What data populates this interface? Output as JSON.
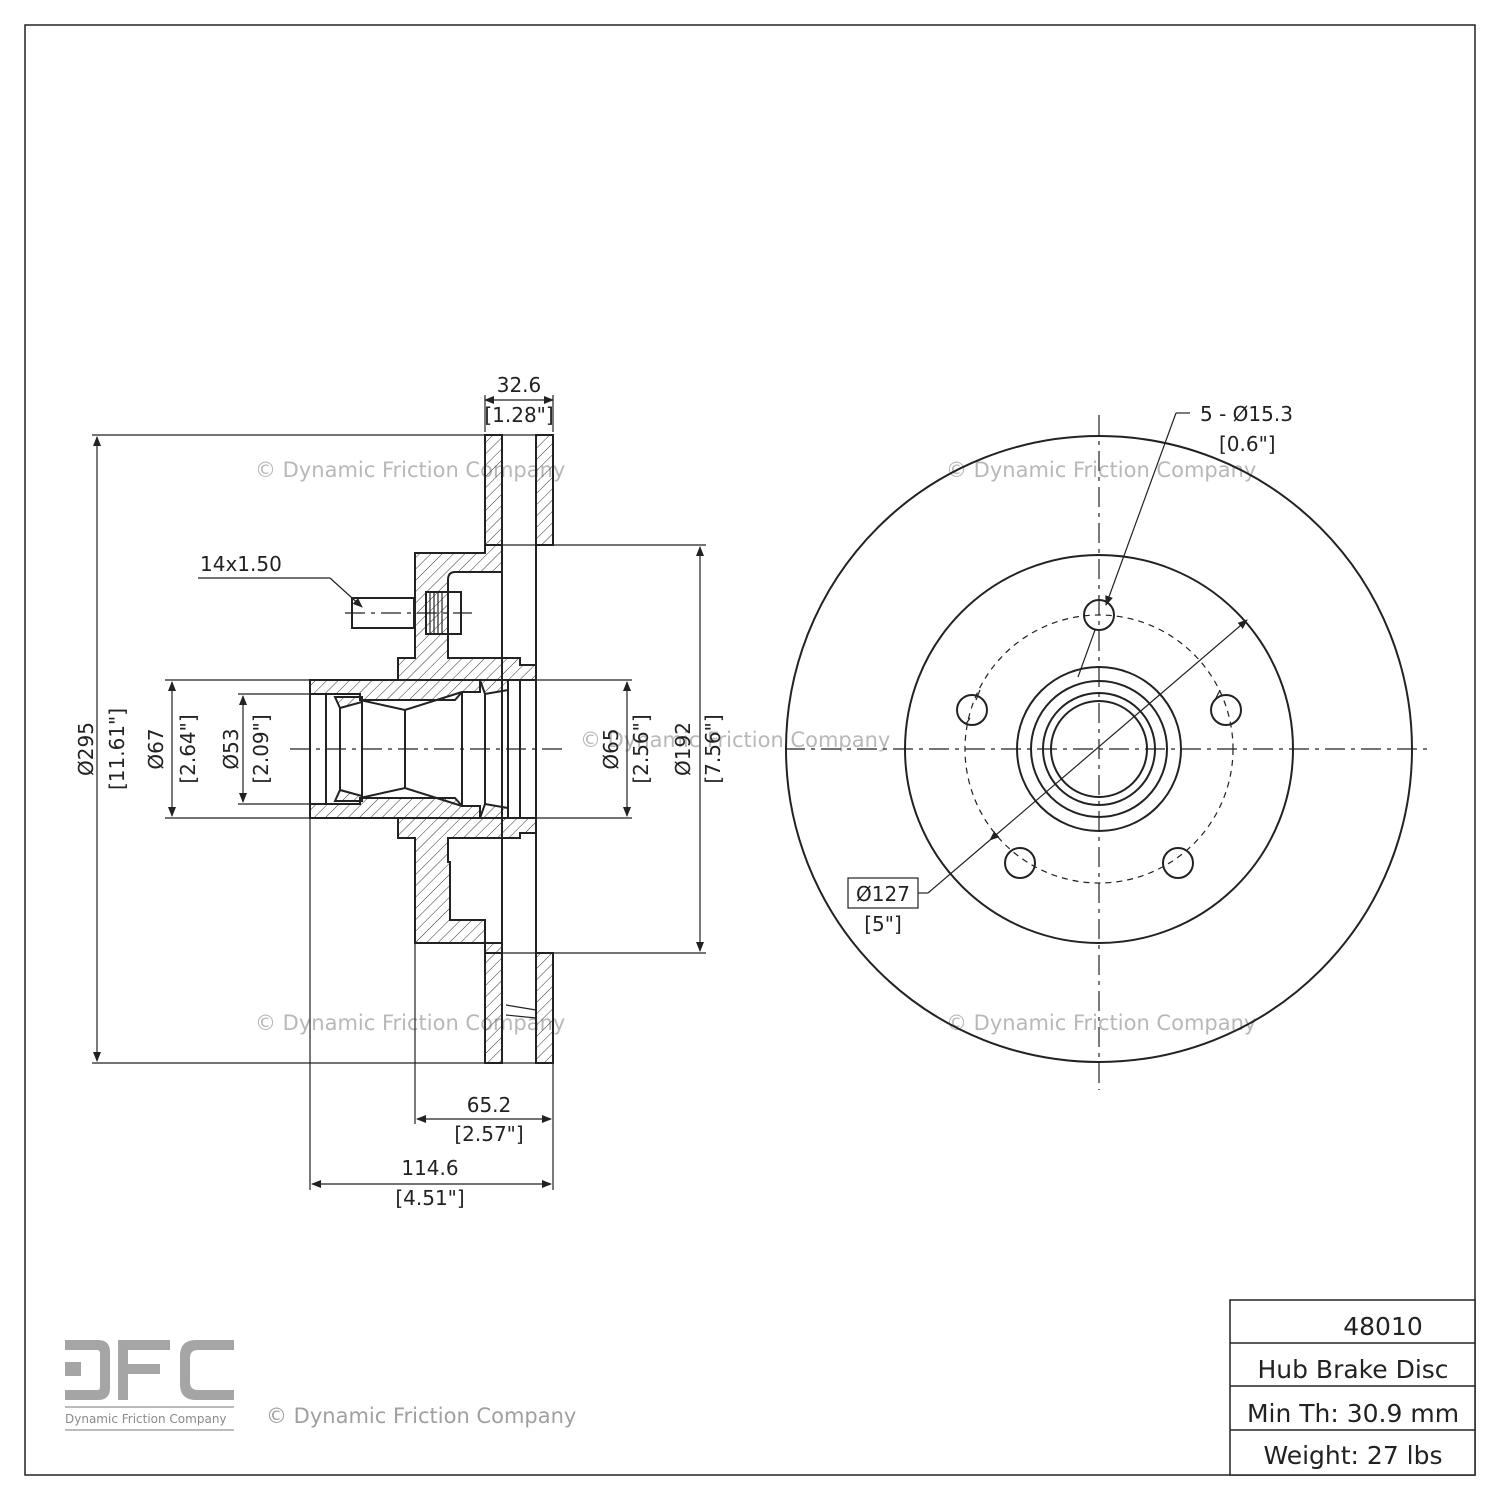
{
  "drawing": {
    "watermark": "© Dynamic Friction Company",
    "dims": {
      "width_total_mm": "32.6",
      "width_total_in": "[1.28\"]",
      "thread": "14x1.50",
      "outer_dia_mm": "Ø295",
      "outer_dia_in": "[11.61\"]",
      "d67_mm": "Ø67",
      "d67_in": "[2.64\"]",
      "d53_mm": "Ø53",
      "d53_in": "[2.09\"]",
      "d65_mm": "Ø65",
      "d65_in": "[2.56\"]",
      "d192_mm": "Ø192",
      "d192_in": "[7.56\"]",
      "offset_mm": "65.2",
      "offset_in": "[2.57\"]",
      "overall_mm": "114.6",
      "overall_in": "[4.51\"]",
      "holes_mm": "5 - Ø15.3",
      "holes_in": "[0.6\"]",
      "pcd_mm": "Ø127",
      "pcd_in": "[5\"]"
    }
  },
  "logo": {
    "mark": "DFC",
    "subtitle": "Dynamic Friction Company"
  },
  "copyright": "© Dynamic Friction Company",
  "title_block": {
    "part_number": "48010",
    "description": "Hub Brake Disc",
    "min_thickness": "Min Th: 30.9 mm",
    "weight": "Weight: 27 lbs"
  }
}
